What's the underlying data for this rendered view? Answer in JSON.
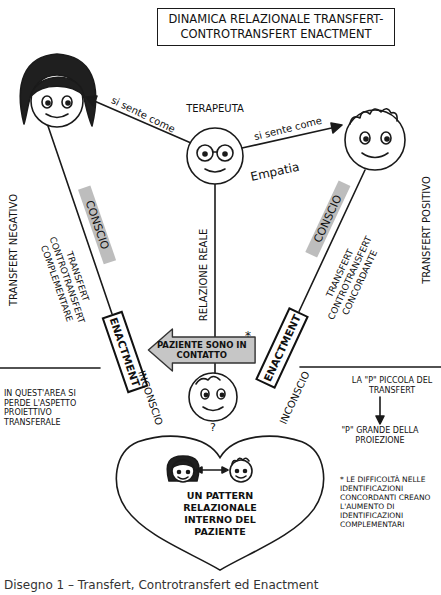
{
  "diagram": {
    "title": "DINAMICA RELAZIONALE TRANSFERT- CONTROTRANSFERT ENACTMENT",
    "caption": "Disegno 1 – Transfert, Controtransfert ed Enactment",
    "nodes": [
      {
        "text": [
          "TERAPEUTA"
        ]
      },
      {
        "text": [
          "ENACTMENT"
        ]
      },
      {
        "text": [
          "ENACTMENT"
        ]
      },
      {
        "text": [
          "UN PATTERN RELAZIONALE INTERNO DEL PAZIENTE"
        ]
      }
    ],
    "edges": [
      {
        "from": 2,
        "to": 1,
        "arrow": "to",
        "label": "PAZIENTE SONO IN CONTATTO"
      }
    ],
    "labels": [
      "si sente come",
      "si sente come",
      "Empatia",
      "RELAZIONE REALE",
      "TRANSFERT NEGATIVO",
      "TRANSFERT POSITIVO",
      "TRANSFERT CONTROTRANSFERT COMPLEMENTARE",
      "TRANSFERT CONTROTRANSFERT CONCORDANTE",
      "CONSCIO",
      "CONSCIO",
      "INCONSCIO",
      "INCONSCIO",
      "*",
      "IN QUEST'AREA SI PERDE L'ASPETTO PROIETTIVO TRANSFERALE",
      "LA \"P\" PICCOLA DEL TRANSFERT",
      "\"P\" GRANDE DELLA PROIEZIONE",
      "?",
      "* LE DIFFICOLTÀ NELLE IDENTIFICAZIONI CONCORDANTI CREANO L'AUMENTO DI IDENTIFICAZIONI COMPLEMENTARI"
    ]
  }
}
